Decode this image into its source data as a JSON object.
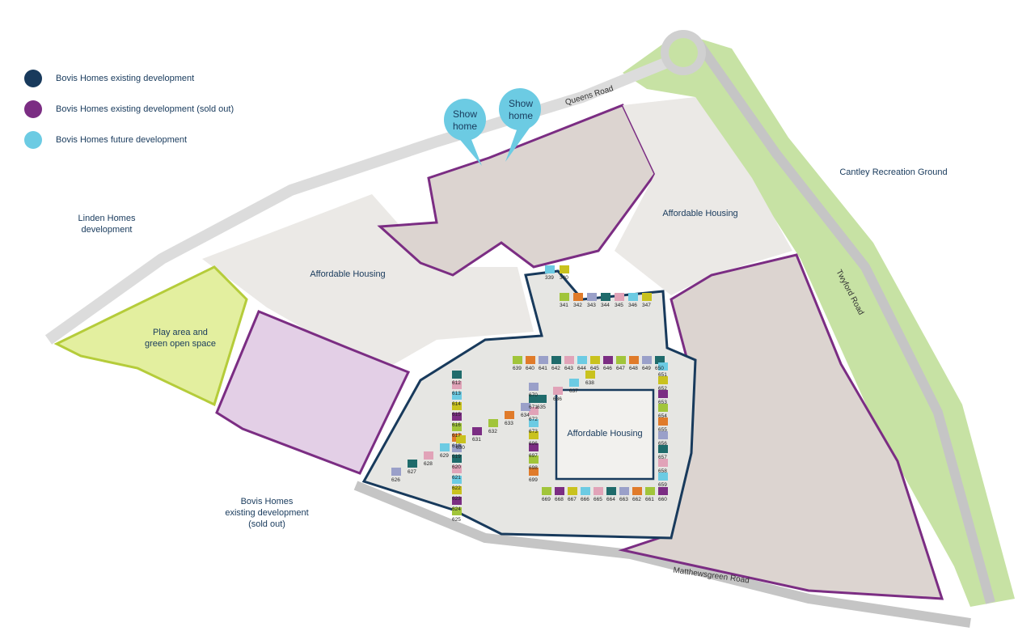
{
  "legend": [
    {
      "label": "Bovis Homes existing development",
      "color": "#183a5c"
    },
    {
      "label": "Bovis Homes existing development (sold out)",
      "color": "#7b2d83"
    },
    {
      "label": "Bovis Homes future development",
      "color": "#6ccbe3"
    }
  ],
  "show_homes": [
    "Show\nhome",
    "Show\nhome"
  ],
  "areas": {
    "linden": "Linden Homes\ndevelopment",
    "play": "Play area and\ngreen open space",
    "affordable_west": "Affordable Housing",
    "affordable_north": "Affordable Housing",
    "affordable_centre": "Affordable Housing",
    "bovis_sold": "Bovis Homes\nexisting development\n(sold out)",
    "cantley": "Cantley Recreation Ground"
  },
  "roads": {
    "queens": "Queens Road",
    "twyford": "Twyford Road",
    "matthewsgreen": "Matthewsgreen Road"
  },
  "plots": [
    "339",
    "340",
    "341",
    "342",
    "343",
    "344",
    "345",
    "346",
    "347",
    "639",
    "640",
    "641",
    "642",
    "643",
    "644",
    "645",
    "646",
    "647",
    "648",
    "649",
    "650",
    "651",
    "652",
    "653",
    "654",
    "655",
    "656",
    "657",
    "658",
    "659",
    "660",
    "661",
    "662",
    "663",
    "664",
    "665",
    "666",
    "667",
    "668",
    "669",
    "670",
    "671",
    "672",
    "673",
    "696",
    "697",
    "698",
    "699",
    "612",
    "613",
    "614",
    "615",
    "616",
    "617",
    "618",
    "619",
    "620",
    "621",
    "622",
    "623",
    "624",
    "625",
    "626",
    "627",
    "628",
    "629",
    "630",
    "631",
    "632",
    "633",
    "634",
    "635",
    "636",
    "637",
    "638"
  ],
  "colors": {
    "navy": "#183a5c",
    "purple": "#7b2d83",
    "sky": "#6ccbe3",
    "grass": "#c7e2a4",
    "lime": "#e3ef9f",
    "road": "#b9b0b7",
    "plot_grey": "#d9d4cc",
    "plot_lilac": "#e3cfe6"
  }
}
